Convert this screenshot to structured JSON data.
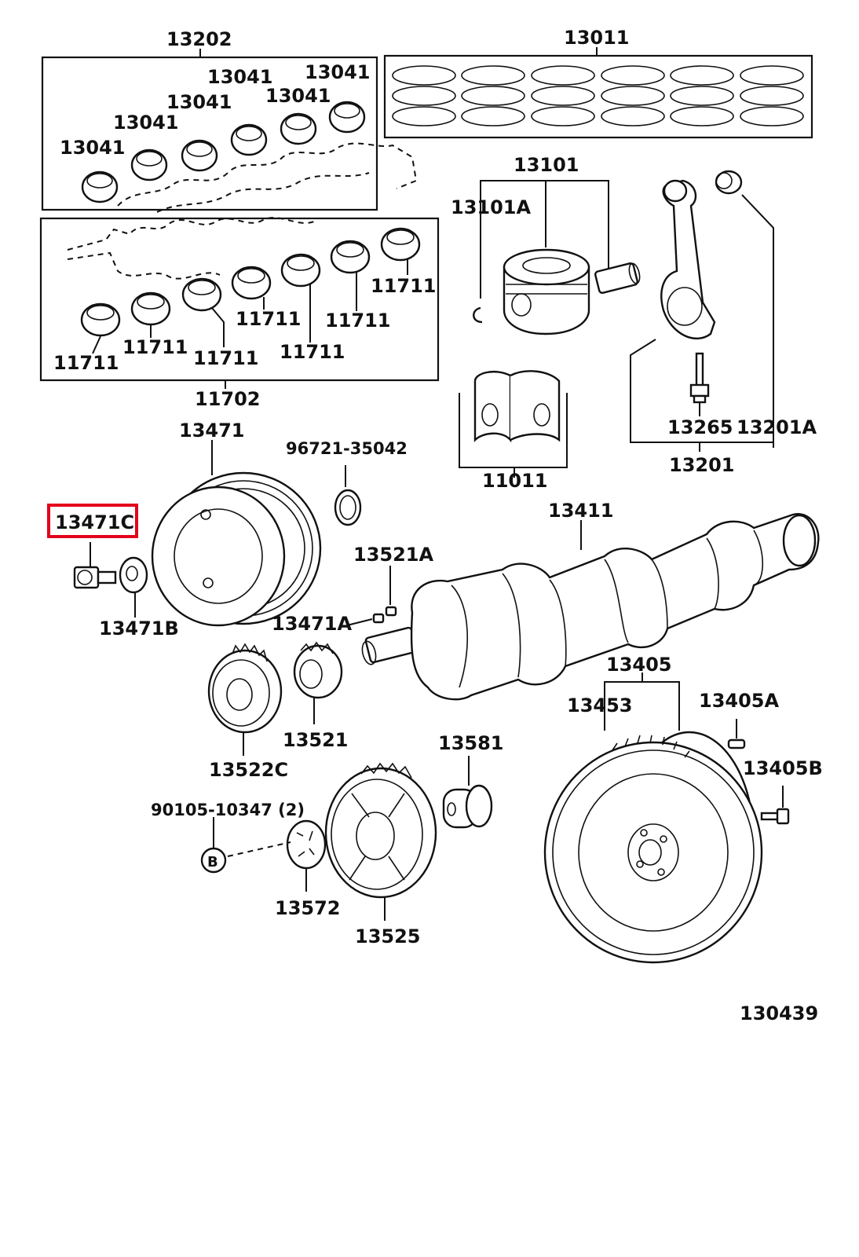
{
  "diagram_code": "130439",
  "highlight_color": "#e3001b",
  "labels": {
    "main_bearing_set": "13202",
    "piston_ring_set": "13011",
    "rod_bearing_1": "13041",
    "rod_bearing_2": "13041",
    "rod_bearing_3": "13041",
    "rod_bearing_4": "13041",
    "rod_bearing_5": "13041",
    "rod_bearing_6": "13041",
    "piston_set": "13101",
    "piston_pin_clip": "13101A",
    "main_bearing_1": "11711",
    "main_bearing_2": "11711",
    "main_bearing_3": "11711",
    "main_bearing_4": "11711",
    "main_bearing_5": "11711",
    "main_bearing_6": "11711",
    "main_bearing_7": "11711",
    "crank_bearing_set": "11702",
    "crank_pulley": "13471",
    "pulley_washer_spec": "96721-35042",
    "thrust_washer_set": "11011",
    "rod_bolt": "13265",
    "rod_bushing": "13201A",
    "connecting_rod": "13201",
    "pulley_bolt": "13471C",
    "pulley_washer": "13471B",
    "crankshaft": "13411",
    "crank_key_a": "13521A",
    "crank_key_b": "13471A",
    "timing_gear": "13522C",
    "crank_timing_gear": "13521",
    "flywheel_assy": "13405",
    "ring_gear": "13453",
    "flywheel_pin": "13405A",
    "flywheel_bolt": "13405B",
    "pilot_bearing": "13581",
    "bolt_spec": "90105-10347 (2)",
    "ref_marker": "B",
    "gear_plate": "13572",
    "idler_gear": "13525"
  }
}
